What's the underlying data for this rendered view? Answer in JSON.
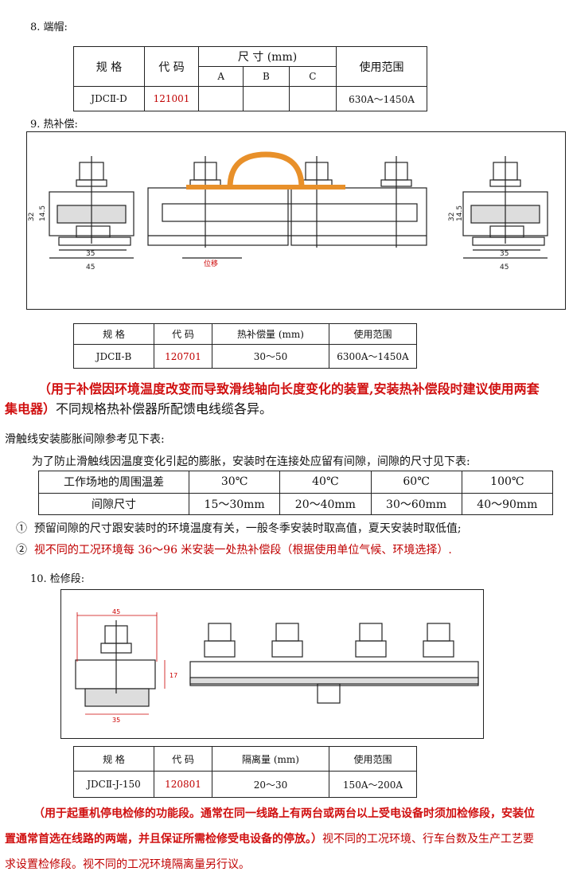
{
  "section8": {
    "heading": "8.  端帽:",
    "table": {
      "h_spec": "规 格",
      "h_code": "代   码",
      "h_size": "尺   寸 (mm)",
      "h_a": "A",
      "h_b": "B",
      "h_c": "C",
      "h_range": "使用范围",
      "row": {
        "spec": "JDCⅡ-D",
        "code": "121001",
        "a": "",
        "b": "",
        "c": "",
        "range": "630A～1450A"
      }
    }
  },
  "section9": {
    "heading": "9.  热补偿:",
    "drawing": {
      "dim_32": "32",
      "dim_14_5": "14.5",
      "dim_35": "35",
      "dim_45": "45",
      "displacement": "位移"
    },
    "table": {
      "h_spec": "规 格",
      "h_code": "代   码",
      "h_amount": "热补偿量 (mm)",
      "h_range": "使用范围",
      "row": {
        "spec": "JDCⅡ-B",
        "code": "120701",
        "amount": "30～50",
        "range": "6300A～1450A"
      }
    },
    "note_red": "（用于补偿因环境温度改变而导致滑线轴向长度变化的装置,安装热补偿段时建议使用两套集电器）",
    "note_black": "不同规格热补偿器所配馈电线缆各异。"
  },
  "expansion": {
    "title": "滑触线安装膨胀间隙参考见下表:",
    "intro": "为了防止滑触线因温度变化引起的膨胀，安装时在连接处应留有间隙，间隙的尺寸见下表:",
    "table": {
      "row1_label": "工作场地的周围温差",
      "row2_label": "间隙尺寸",
      "temps": [
        "30℃",
        "40℃",
        "60℃",
        "100℃"
      ],
      "gaps": [
        "15～30mm",
        "20～40mm",
        "30～60mm",
        "40～90mm"
      ]
    },
    "note1_mark": "①",
    "note1": "预留间隙的尺寸跟安装时的环境温度有关，一般冬季安装时取高值，夏天安装时取低值;",
    "note2_mark": "②",
    "note2": "视不同的工况环境每 36～96 米安装一处热补偿段（根据使用单位气候、环境选择）."
  },
  "section10": {
    "heading": "10. 检修段:",
    "drawing": {
      "dim_45": "45",
      "dim_17": "17",
      "dim_35": "35"
    },
    "table": {
      "h_spec": "规 格",
      "h_code": "代   码",
      "h_amount": "隔离量 (mm)",
      "h_range": "使用范围",
      "row": {
        "spec": "JDCⅡ-J-150",
        "code": "120801",
        "amount": "20～30",
        "range": "150A～200A"
      }
    },
    "note_red_bold": "（用于起重机停电检修的功能段。通常在同一线路上有两台或两台以上受电设备时须加检修段，安装位置通常首选在线路的两端，并且保证所需检修受电设备的停放。）",
    "note_red": "视不同的工况环境、行车台数及生产工艺要求设置检修段。视不同的工况环境隔离量另行议。"
  },
  "colors": {
    "red": "#c00000",
    "orange": "#e8902a"
  }
}
